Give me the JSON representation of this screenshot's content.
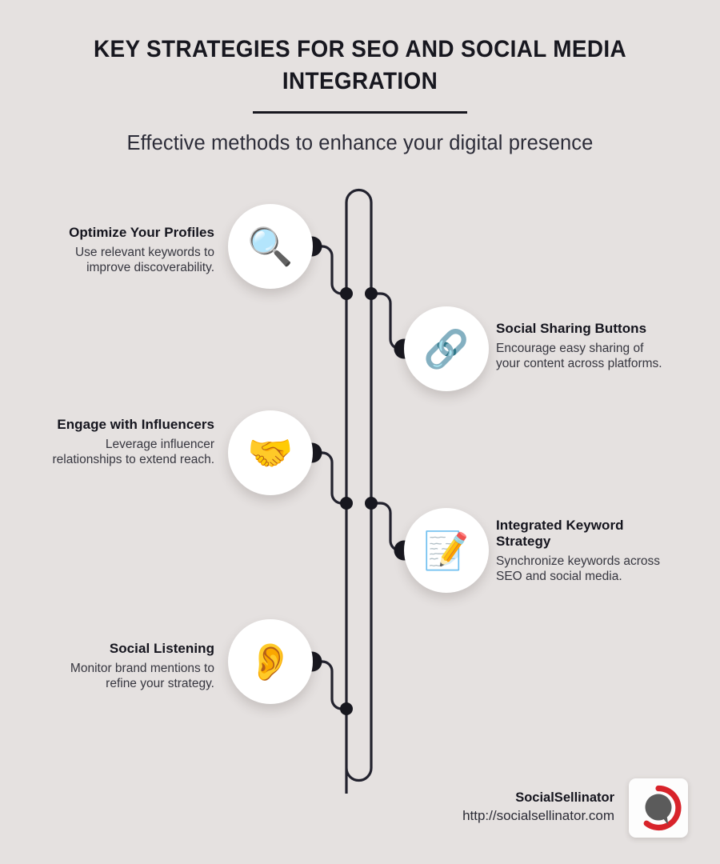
{
  "theme": {
    "background": "#e5e1e0",
    "ink": "#17171f",
    "bubble": "#ffffff",
    "brand_red": "#d8232a",
    "brand_gray": "#5b5b5b"
  },
  "header": {
    "title": "KEY STRATEGIES FOR SEO AND SOCIAL MEDIA INTEGRATION",
    "subtitle": "Effective methods to enhance your digital presence"
  },
  "steps": [
    {
      "heading": "Optimize Your Profiles",
      "description": "Use relevant keywords to improve discoverability.",
      "icon": "magnifying-glass-icon",
      "icon_glyph": "🔍",
      "side": "left"
    },
    {
      "heading": "Social Sharing Buttons",
      "description": "Encourage easy sharing of your content across platforms.",
      "icon": "link-chain-icon",
      "icon_glyph": "🔗",
      "side": "right"
    },
    {
      "heading": "Engage with Influencers",
      "description": "Leverage influencer relationships to extend reach.",
      "icon": "handshake-icon",
      "icon_glyph": "🤝",
      "side": "left"
    },
    {
      "heading": "Integrated Keyword Strategy",
      "description": "Synchronize keywords across SEO and social media.",
      "icon": "memo-pencil-icon",
      "icon_glyph": "📝",
      "side": "right"
    },
    {
      "heading": "Social Listening",
      "description": "Monitor brand mentions to refine your strategy.",
      "icon": "ear-icon",
      "icon_glyph": "👂",
      "side": "left"
    }
  ],
  "footer": {
    "brand_name": "SocialSellinator",
    "url": "http://socialsellinator.com",
    "logo_icon": "speech-bubble-ring-logo"
  }
}
